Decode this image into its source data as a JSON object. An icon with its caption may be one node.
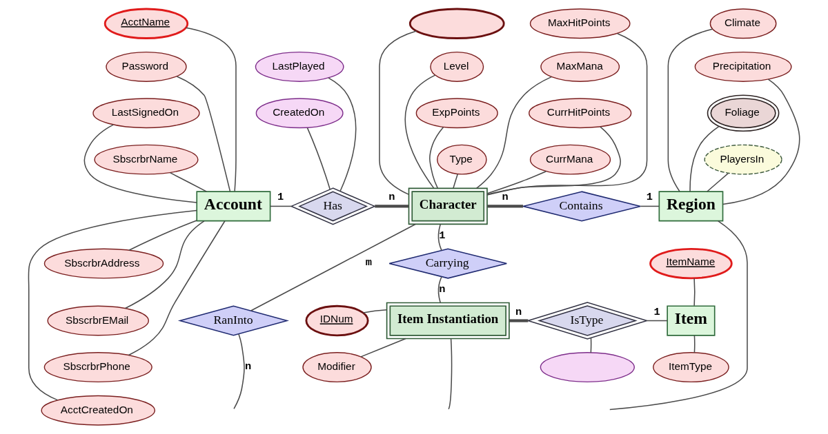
{
  "diagram": {
    "nodes": [
      {
        "text": [],
        "shape": "ellipse"
      },
      {
        "text": [
          "MaxHitPoints"
        ]
      },
      {
        "text": [
          "Climate"
        ]
      },
      {
        "text": [
          "AcctName"
        ]
      },
      {
        "text": [
          "Level"
        ]
      },
      {
        "text": [
          "MaxMana"
        ]
      },
      {
        "text": [
          "Precipitation"
        ]
      },
      {
        "text": [
          "LastPlayed"
        ]
      },
      {
        "text": [
          "ExpPoints"
        ]
      },
      {
        "text": [
          "CurrHitPoints"
        ]
      },
      {
        "text": [
          "Password"
        ]
      },
      {
        "text": [
          "Foliage"
        ]
      },
      {
        "text": [
          "CreatedOn"
        ]
      },
      {
        "text": [
          "Type"
        ]
      },
      {
        "text": [
          "CurrMana"
        ]
      },
      {
        "text": [
          "PlayersIn"
        ]
      },
      {
        "text": [
          "LastSignedOn"
        ]
      },
      {
        "text": [
          "SbscrbrName"
        ]
      },
      {
        "text": [
          "Account"
        ]
      },
      {
        "text": [
          "Has"
        ]
      },
      {
        "text": [
          "Character"
        ]
      },
      {
        "text": [
          "Contains"
        ]
      },
      {
        "text": [
          "Region"
        ]
      },
      {
        "text": [
          "SbscrbrAddress"
        ]
      },
      {
        "text": [
          "SbscrbrEMail"
        ]
      },
      {
        "text": [
          "SbscrbrPhone"
        ]
      },
      {
        "text": [
          "Carrying"
        ]
      },
      {
        "text": [
          "AcctCreatedOn"
        ]
      },
      {
        "text": [
          "ItemName"
        ]
      },
      {
        "text": [
          "RanInto"
        ]
      },
      {
        "text": [
          "IDNum"
        ]
      },
      {
        "text": [
          "Item Instantiation"
        ]
      },
      {
        "text": [
          "IsType"
        ]
      },
      {
        "text": [
          "Item"
        ]
      },
      {
        "text": [
          "Modifier"
        ]
      },
      {
        "text": [
          "ItemType"
        ]
      },
      {
        "text": [],
        "shape": "ellipse"
      }
    ],
    "edges": [
      {
        "from": 18,
        "to": 3,
        "arrow": "none"
      },
      {
        "from": 18,
        "to": 10,
        "arrow": "none"
      },
      {
        "from": 18,
        "to": 16,
        "arrow": "none"
      },
      {
        "from": 18,
        "to": 17,
        "arrow": "none"
      },
      {
        "from": 18,
        "to": 23,
        "arrow": "none"
      },
      {
        "from": 18,
        "to": 24,
        "arrow": "none"
      },
      {
        "from": 18,
        "to": 25,
        "arrow": "none"
      },
      {
        "from": 18,
        "to": 27,
        "arrow": "none"
      },
      {
        "from": 19,
        "to": 7,
        "arrow": "none"
      },
      {
        "from": 19,
        "to": 12,
        "arrow": "none"
      },
      {
        "from": 20,
        "to": 0,
        "arrow": "none"
      },
      {
        "from": 20,
        "to": 4,
        "arrow": "none"
      },
      {
        "from": 20,
        "to": 8,
        "arrow": "none"
      },
      {
        "from": 20,
        "to": 13,
        "arrow": "none"
      },
      {
        "from": 20,
        "to": 1,
        "arrow": "none"
      },
      {
        "from": 20,
        "to": 5,
        "arrow": "none"
      },
      {
        "from": 20,
        "to": 9,
        "arrow": "none"
      },
      {
        "from": 20,
        "to": 14,
        "arrow": "none"
      },
      {
        "from": 22,
        "to": 2,
        "arrow": "none"
      },
      {
        "from": 22,
        "to": 6,
        "arrow": "none"
      },
      {
        "from": 22,
        "to": 11,
        "arrow": "none"
      },
      {
        "from": 22,
        "to": 15,
        "arrow": "none"
      },
      {
        "from": 19,
        "to": 18,
        "arrow": "none",
        "label": "1"
      },
      {
        "from": 19,
        "to": 20,
        "arrow": "none",
        "label": "n",
        "style": "thick"
      },
      {
        "from": 21,
        "to": 20,
        "arrow": "none",
        "label": "n",
        "style": "thick"
      },
      {
        "from": 21,
        "to": 22,
        "arrow": "none",
        "label": "1"
      },
      {
        "from": 26,
        "to": 20,
        "arrow": "none",
        "label": "1"
      },
      {
        "from": 26,
        "to": 31,
        "arrow": "none",
        "label": "n"
      },
      {
        "from": 29,
        "to": 20,
        "arrow": "none",
        "label": "m"
      },
      {
        "from": 29,
        "to": null,
        "arrow": "none",
        "label": "n"
      },
      {
        "from": 32,
        "to": 31,
        "arrow": "none",
        "label": "n",
        "style": "thick"
      },
      {
        "from": 32,
        "to": 33,
        "arrow": "none",
        "label": "1"
      },
      {
        "from": 31,
        "to": 30,
        "arrow": "none"
      },
      {
        "from": 31,
        "to": 34,
        "arrow": "none"
      },
      {
        "from": 33,
        "to": 28,
        "arrow": "none"
      },
      {
        "from": 33,
        "to": 35,
        "arrow": "none"
      },
      {
        "from": 32,
        "to": 36,
        "arrow": "none"
      },
      {
        "from": 31,
        "to": null,
        "arrow": "none"
      },
      {
        "from": 22,
        "to": null,
        "arrow": "none"
      }
    ]
  }
}
